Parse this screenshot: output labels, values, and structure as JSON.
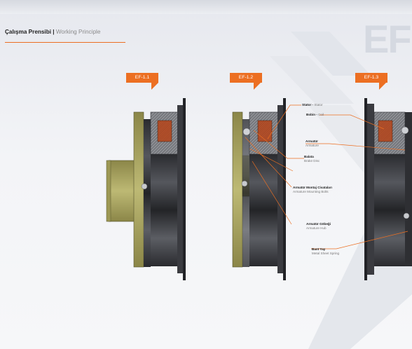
{
  "header": {
    "title_tr": "Çalışma Prensibi",
    "separator": "|",
    "title_en": "Working Principle",
    "watermark": "EF"
  },
  "tags": [
    "EF-1.1",
    "EF-1.2",
    "EF-1.3"
  ],
  "callouts": {
    "stator": {
      "tr": "Stator -",
      "en": "Stator"
    },
    "bobin": {
      "tr": "Bobin -",
      "en": "Coil"
    },
    "armatur": {
      "tr": "Armatür",
      "en": "Armature"
    },
    "balata": {
      "tr": "Balata",
      "en": "Brake Disc"
    },
    "bolts": {
      "tr": "Armatür Montaj Civataları",
      "en": "Armature Mounting Bolts"
    },
    "hub": {
      "tr": "Armatür Göbeği",
      "en": "Armature Hub"
    },
    "spring": {
      "tr": "Bant Yay",
      "en": "Metal Sheet Spring"
    }
  },
  "colors": {
    "accent": "#ec6f22",
    "hub_olive": "#a9a55c",
    "coil": "#b8502c",
    "steel_dark": "#2e2f33"
  }
}
